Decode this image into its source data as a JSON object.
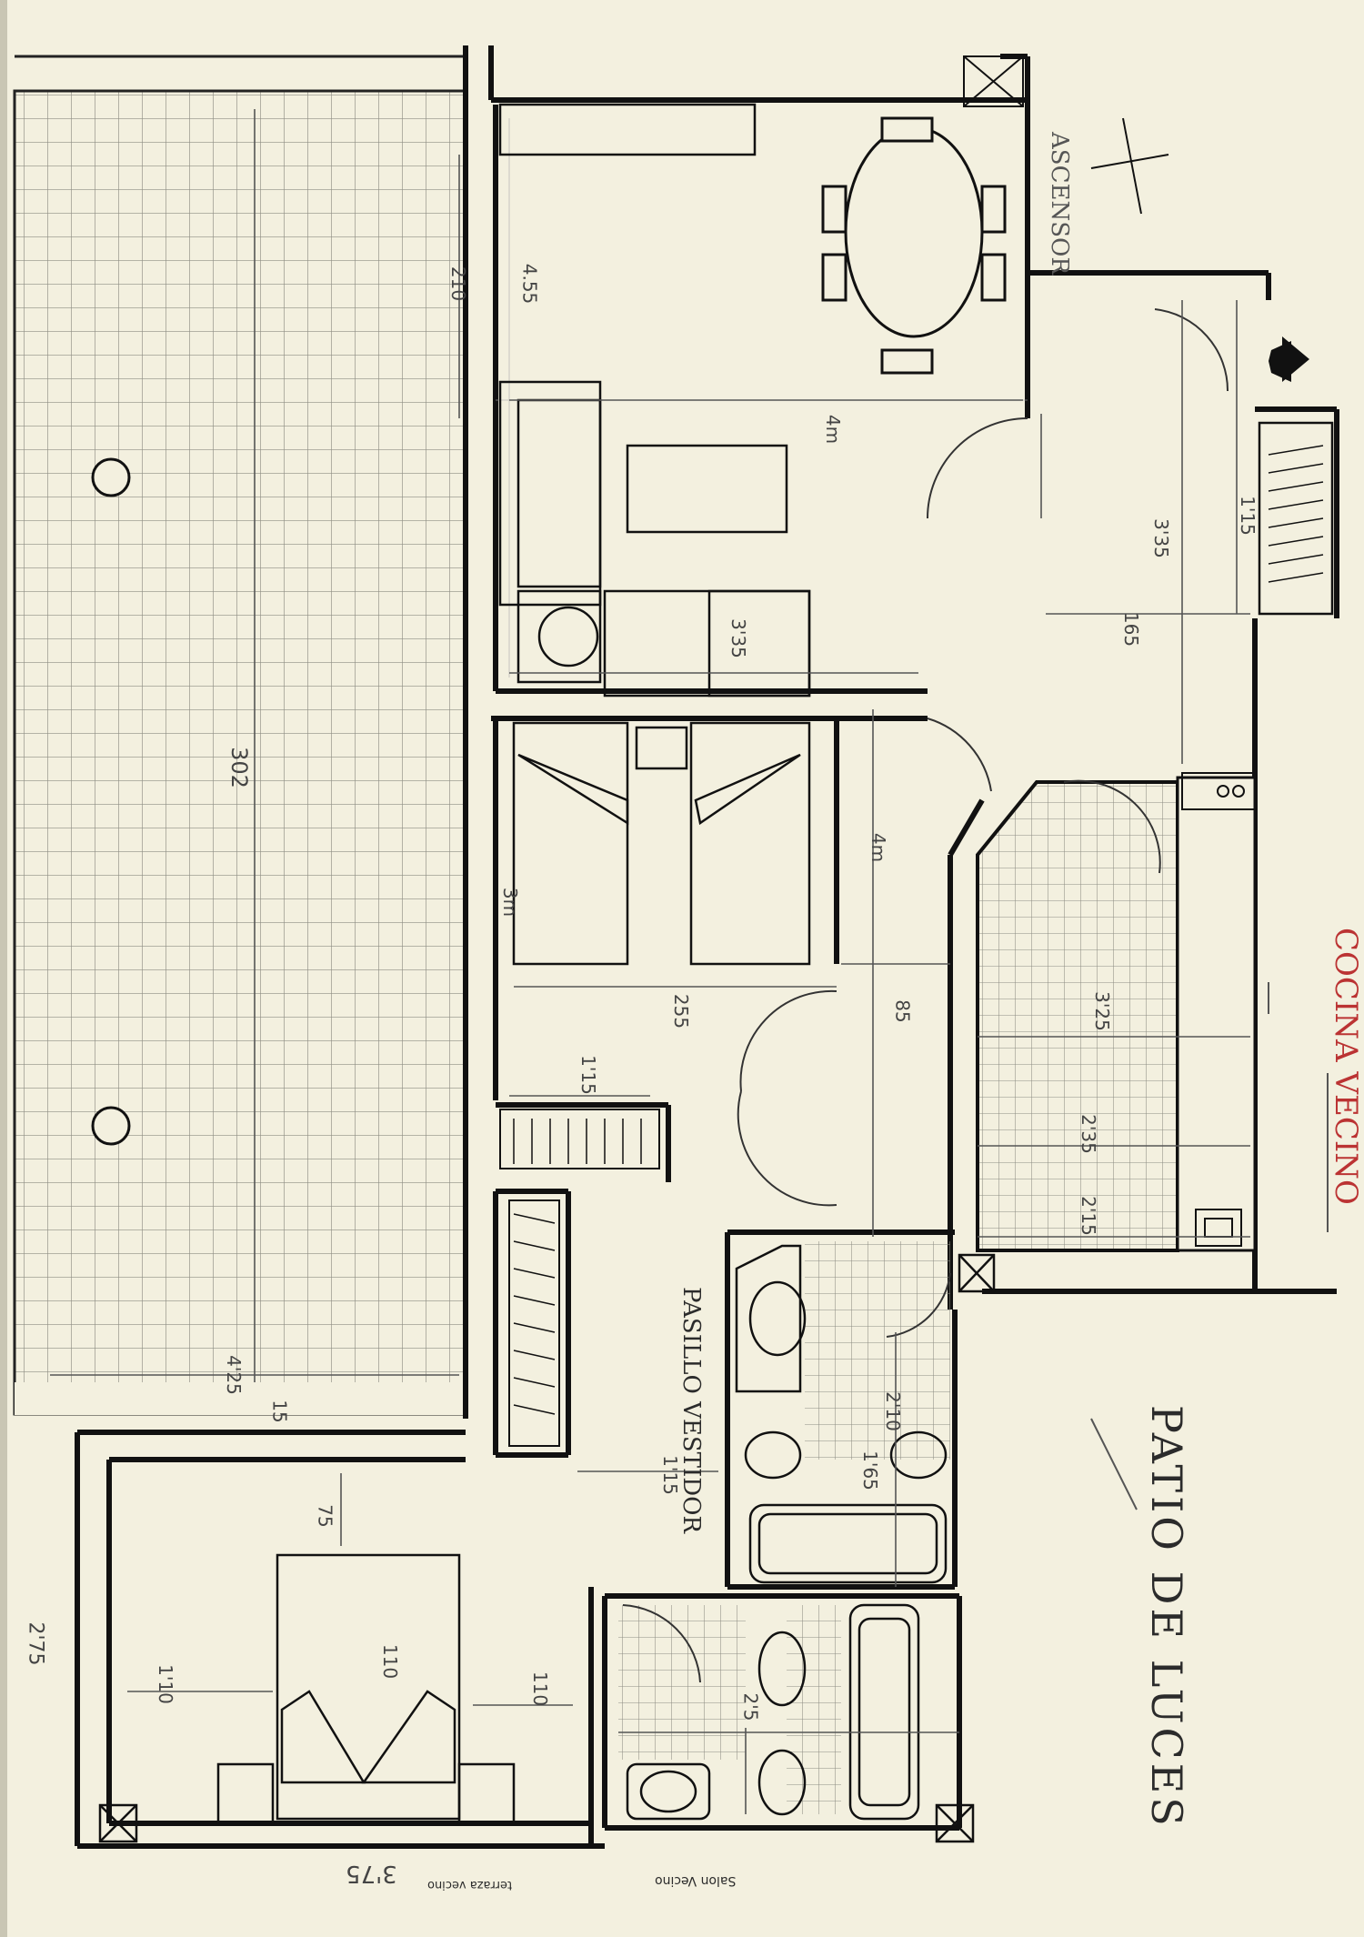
{
  "labels": {
    "ascensor": "ASCENSOR",
    "cocina_vecino": "COCINA VECINO",
    "patio_de_luces": "PATIO DE LUCES",
    "pasillo_vestidor": "PASILLO VESTIDOR",
    "salon_vecino": "Salon Vecino",
    "terraza_vecino": "terraza vecino"
  },
  "dimensions": {
    "d_210": "210",
    "d_455": "4.55",
    "d_4m_a": "4m",
    "d_335_a": "3'35",
    "d_115": "1'15",
    "d_335_b": "3'35",
    "d_165": "165",
    "d_302": "302",
    "d_3m": "3m",
    "d_4m_b": "4m",
    "d_255": "255",
    "d_85": "85",
    "d_325": "3'25",
    "d_115_b": "1'15",
    "d_235": "2'35",
    "d_215": "2'15",
    "d_425": "4'25",
    "d_15": "15",
    "d_75": "75",
    "d_110_a": "110",
    "d_110_b": "1'10",
    "d_110_c": "110",
    "d_115_c": "1'15",
    "d_210_b": "2'10",
    "d_165_b": "1'65",
    "d_275": "2'75",
    "d_375": "3'75",
    "d_275_b": "2'5"
  }
}
